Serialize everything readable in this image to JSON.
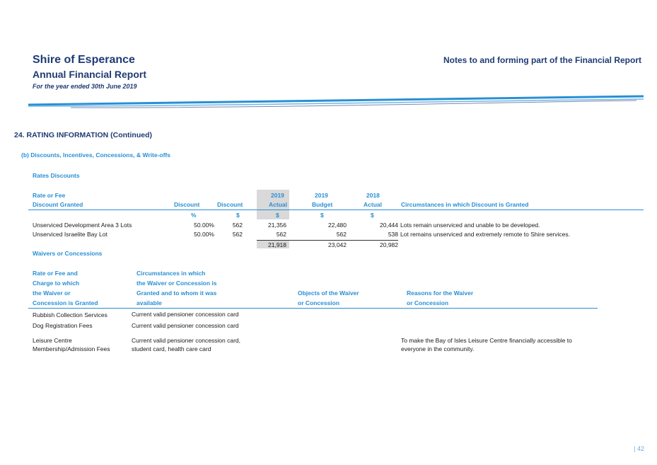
{
  "header": {
    "organisation": "Shire of Esperance",
    "report_title": "Annual Financial Report",
    "period": "For the year ended 30th June 2019",
    "notes_title": "Notes to and forming part of the Financial Report"
  },
  "section": {
    "title": "24.  RATING INFORMATION (Continued)",
    "subtitle": "(b)  Discounts, Incentives, Concessions, & Write-offs"
  },
  "rates_discounts": {
    "heading": "Rates Discounts",
    "columns": {
      "fee_line1": "Rate or Fee",
      "fee_line2": "Discount Granted",
      "discount_pct": "Discount",
      "discount_amt": "Discount",
      "actual_2019_year": "2019",
      "actual_2019_label": "Actual",
      "budget_2019_year": "2019",
      "budget_2019_label": "Budget",
      "actual_2018_year": "2018",
      "actual_2018_label": "Actual",
      "circumstances": "Circumstances in which Discount is Granted"
    },
    "units": {
      "pct": "%",
      "amt": "$",
      "actual_2019": "$",
      "budget_2019": "$",
      "actual_2018": "$"
    },
    "rows": [
      {
        "fee": "Unserviced Development Area 3 Lots",
        "pct": "50.00%",
        "amt": "562",
        "actual_2019": "21,356",
        "budget_2019": "22,480",
        "actual_2018": "20,444",
        "circumstances": "Lots remain unserviced and unable to be developed."
      },
      {
        "fee": "Unserviced Israelite Bay Lot",
        "pct": "50.00%",
        "amt": "562",
        "actual_2019": "562",
        "budget_2019": "562",
        "actual_2018": "538",
        "circumstances": "Lot remains unserviced and extremely remote to Shire services."
      }
    ],
    "totals": {
      "actual_2019": "21,918",
      "budget_2019": "23,042",
      "actual_2018": "20,982"
    }
  },
  "waivers": {
    "heading": "Waivers or Concessions",
    "columns": {
      "fee_l1": "Rate or Fee and",
      "fee_l2": "Charge to which",
      "fee_l3": "the Waiver or",
      "fee_l4": "Concession is Granted",
      "circ_l1": "Circumstances in which",
      "circ_l2": "the Waiver or Concession is",
      "circ_l3": "Granted and to whom it was",
      "circ_l4": "available",
      "obj_l1": "Objects of the Waiver",
      "obj_l2": "or Concession",
      "reason_l1": "Reasons for the Waiver",
      "reason_l2": "or Concession"
    },
    "rows": [
      {
        "fee_l1": "Rubbish Collection Services",
        "fee_l2": "",
        "circ_l1": "Current valid pensioner concession card",
        "circ_l2": "",
        "reason_l1": "",
        "reason_l2": ""
      },
      {
        "fee_l1": "Dog Registration Fees",
        "fee_l2": "",
        "circ_l1": "Current valid pensioner concession card",
        "circ_l2": "",
        "reason_l1": "",
        "reason_l2": ""
      },
      {
        "fee_l1": "Leisure Centre",
        "fee_l2": "Membership/Admission Fees",
        "circ_l1": "Current valid pensioner concession card,",
        "circ_l2": "student card, health care card",
        "reason_l1": "To make the Bay of Isles Leisure Centre financially accessible to",
        "reason_l2": "everyone in the community."
      }
    ]
  },
  "footer": {
    "page_number": "| 42"
  },
  "colors": {
    "navy": "#1f3b73",
    "accent_blue": "#2a8fd4",
    "shade": "#d9d9d9"
  }
}
